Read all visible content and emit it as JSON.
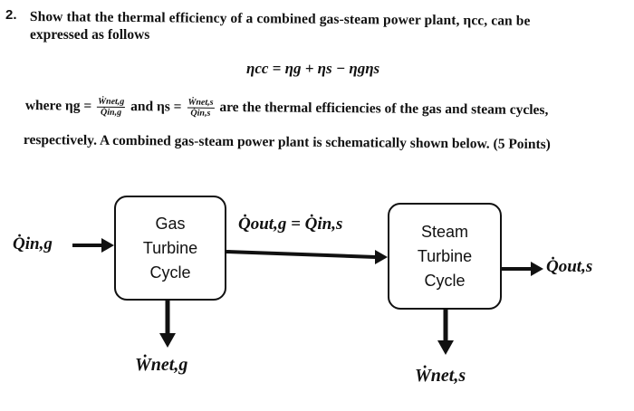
{
  "question": {
    "number": "2.",
    "line1": "Show that the thermal efficiency of a combined gas-steam power plant, ηcc, can be",
    "line2": "expressed as follows",
    "equation": "ηcc = ηg + ηs − ηgηs",
    "where_prefix": "where ηg =",
    "frac_g_num": "Ẇnet,g",
    "frac_g_den": "Q̇in,g",
    "and_text": "and ηs =",
    "frac_s_num": "Ẇnet,s",
    "frac_s_den": "Q̇in,s",
    "where_suffix": "are the thermal efficiencies of the gas and steam cycles,",
    "line4": "respectively. A combined gas-steam power plant is schematically shown below. (5 Points)"
  },
  "diagram": {
    "gas_box": [
      "Gas",
      "Turbine",
      "Cycle"
    ],
    "steam_box": [
      "Steam",
      "Turbine",
      "Cycle"
    ],
    "q_in_g": "Q̇in,g",
    "q_middle": "Q̇out,g = Q̇in,s",
    "q_out_s": "Q̇out,s",
    "w_net_g": "Ẇnet,g",
    "w_net_s": "Ẇnet,s"
  }
}
